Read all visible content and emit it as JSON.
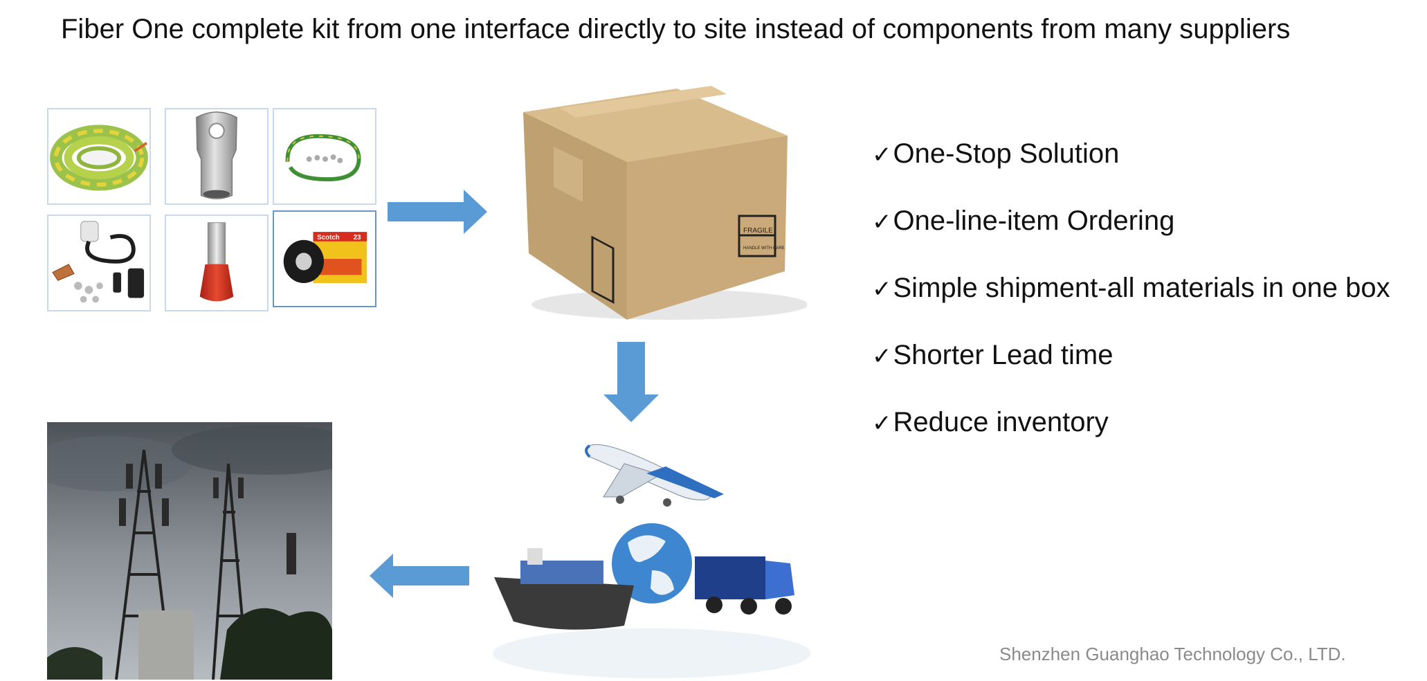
{
  "slide": {
    "title": "Fiber One complete kit from one interface directly to site instead of components from many suppliers",
    "footer": "Shenzhen Guanghao Technology Co., LTD."
  },
  "components": [
    {
      "icon": "grounding-cable-coil-icon"
    },
    {
      "icon": "copper-lug-icon"
    },
    {
      "icon": "ground-wire-kit-icon"
    },
    {
      "icon": "grounding-kit-icon"
    },
    {
      "icon": "ferrule-icon"
    },
    {
      "icon": "electrical-tape-icon"
    }
  ],
  "tape_brand": "Scotch",
  "tape_number": "23",
  "box_marks": {
    "fragile": "FRAGILE",
    "handle": "HANDLE WITH CARE"
  },
  "bullets": [
    {
      "check": "✓",
      "text": "One-Stop Solution"
    },
    {
      "check": "✓",
      "text": "One-line-item Ordering"
    },
    {
      "check": "✓",
      "text": "Simple shipment-all materials in one box"
    },
    {
      "check": "✓",
      "text": "Shorter Lead time"
    },
    {
      "check": "✓",
      "text": "Reduce inventory"
    }
  ],
  "colors": {
    "arrow": "#5b9bd5",
    "tile_border": "#c9d9ec",
    "box": "#c8a97a",
    "footer_text": "#8a8a8a"
  }
}
